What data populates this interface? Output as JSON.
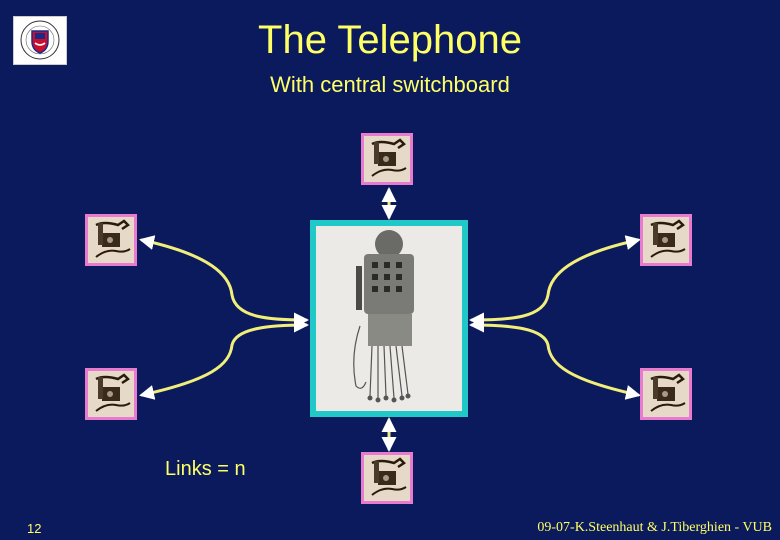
{
  "slide": {
    "title": "The Telephone",
    "subtitle": "With central switchboard",
    "links_label": "Links = n",
    "page_number": "12",
    "footer": "09-07-K.Steenhaut & J.Tiberghien - VUB"
  },
  "colors": {
    "background": "#0b1a5c",
    "text": "#ffff66",
    "link_line": "#f2ee7a",
    "switchboard_border": "#20c8c8",
    "phone_border": "#e87ad0"
  },
  "icons": [
    "university-logo-icon",
    "telephone-icon",
    "switchboard-icon"
  ]
}
